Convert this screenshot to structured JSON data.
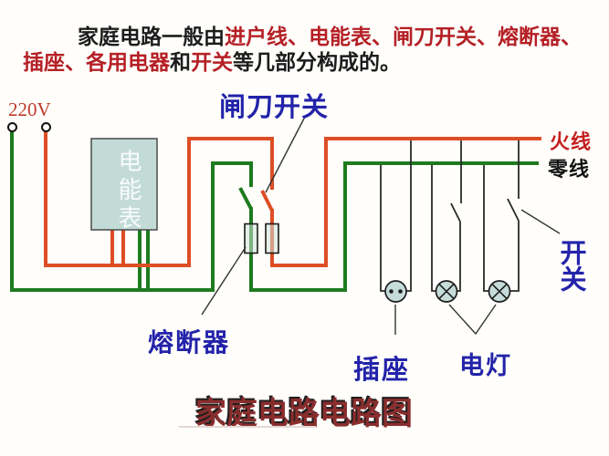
{
  "intro": {
    "line1_black": "家庭电路一般由",
    "line1_red": "进户线、电能表、闸刀开关、熔断器、",
    "line2_red1": "插座、各用电器",
    "line2_black1": "和",
    "line2_red2": "开关",
    "line2_black2": "等几部分构成的。"
  },
  "diagram": {
    "voltage_label": "220V",
    "meter_label": "电能表",
    "knife_switch_label": "闸刀开关",
    "fuse_label": "熔断器",
    "live_wire_label": "火线",
    "neutral_wire_label": "零线",
    "wall_switch_label": "开关",
    "socket_label": "插座",
    "lamp_label": "电灯"
  },
  "title": "家庭电路电路图",
  "colors": {
    "live_wire": "#dd4e25",
    "neutral_wire": "#1e7b1e",
    "branch_wire": "#2a2a2a",
    "pointer_line": "#333333",
    "label_blue": "#2323aa",
    "label_red": "#c32020",
    "intro_red": "#b52025",
    "title_maroon": "#8a2d2d",
    "device_fill": "#c6dcd9"
  }
}
